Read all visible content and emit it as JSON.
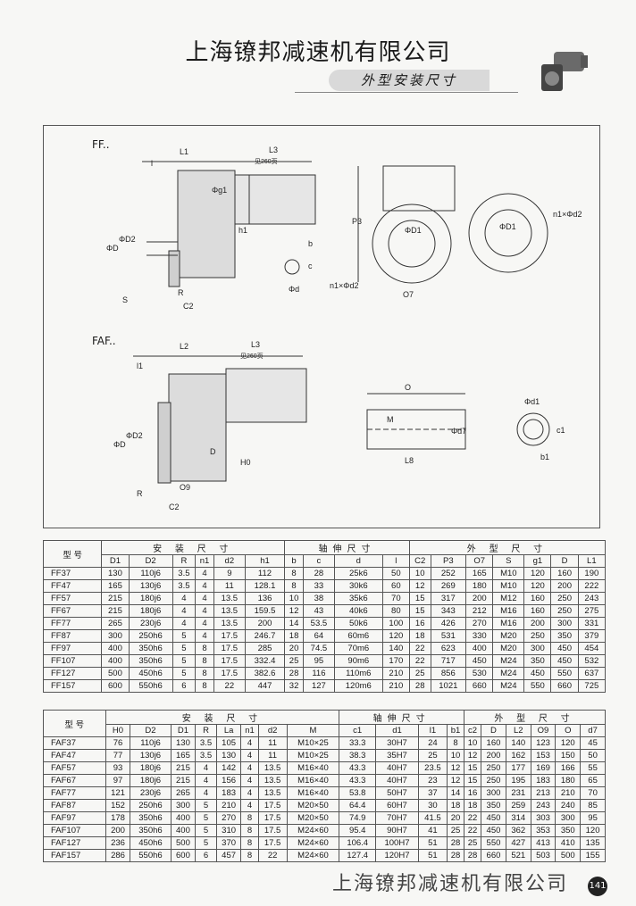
{
  "header": {
    "company": "上海镣邦减速机有限公司",
    "section_title": "外型安装尺寸"
  },
  "figures": {
    "ff": {
      "label": "FF..",
      "dims": [
        "L1",
        "L3",
        "见260页",
        "l",
        "ΦD",
        "ΦD2",
        "Φg1",
        "h1",
        "R",
        "C2",
        "S",
        "P3",
        "ΦD1",
        "n1×Φd2",
        "O7",
        "b",
        "c",
        "Φd"
      ]
    },
    "faf": {
      "label": "FAF..",
      "dims": [
        "L2",
        "L3",
        "见260页",
        "l1",
        "ΦD",
        "ΦD2",
        "H0",
        "D",
        "R",
        "O9",
        "C2",
        "O",
        "M",
        "Φd7",
        "L8",
        "Φd1",
        "c1",
        "b1"
      ]
    }
  },
  "table_ff": {
    "model_header": "型 号",
    "groups": [
      "安 装 尺 寸",
      "轴伸尺寸",
      "外 型 尺 寸"
    ],
    "columns": [
      "D1",
      "D2",
      "R",
      "n1",
      "d2",
      "h1",
      "b",
      "c",
      "d",
      "l",
      "C2",
      "P3",
      "O7",
      "S",
      "g1",
      "D",
      "L1"
    ],
    "rows": [
      [
        "FF37",
        "130",
        "110j6",
        "3.5",
        "4",
        "9",
        "112",
        "8",
        "28",
        "25k6",
        "50",
        "10",
        "252",
        "165",
        "M10",
        "120",
        "160",
        "190"
      ],
      [
        "FF47",
        "165",
        "130j6",
        "3.5",
        "4",
        "11",
        "128.1",
        "8",
        "33",
        "30k6",
        "60",
        "12",
        "269",
        "180",
        "M10",
        "120",
        "200",
        "222"
      ],
      [
        "FF57",
        "215",
        "180j6",
        "4",
        "4",
        "13.5",
        "136",
        "10",
        "38",
        "35k6",
        "70",
        "15",
        "317",
        "200",
        "M12",
        "160",
        "250",
        "243"
      ],
      [
        "FF67",
        "215",
        "180j6",
        "4",
        "4",
        "13.5",
        "159.5",
        "12",
        "43",
        "40k6",
        "80",
        "15",
        "343",
        "212",
        "M16",
        "160",
        "250",
        "275"
      ],
      [
        "FF77",
        "265",
        "230j6",
        "4",
        "4",
        "13.5",
        "200",
        "14",
        "53.5",
        "50k6",
        "100",
        "16",
        "426",
        "270",
        "M16",
        "200",
        "300",
        "331"
      ],
      [
        "FF87",
        "300",
        "250h6",
        "5",
        "4",
        "17.5",
        "246.7",
        "18",
        "64",
        "60m6",
        "120",
        "18",
        "531",
        "330",
        "M20",
        "250",
        "350",
        "379"
      ],
      [
        "FF97",
        "400",
        "350h6",
        "5",
        "8",
        "17.5",
        "285",
        "20",
        "74.5",
        "70m6",
        "140",
        "22",
        "623",
        "400",
        "M20",
        "300",
        "450",
        "454"
      ],
      [
        "FF107",
        "400",
        "350h6",
        "5",
        "8",
        "17.5",
        "332.4",
        "25",
        "95",
        "90m6",
        "170",
        "22",
        "717",
        "450",
        "M24",
        "350",
        "450",
        "532"
      ],
      [
        "FF127",
        "500",
        "450h6",
        "5",
        "8",
        "17.5",
        "382.6",
        "28",
        "116",
        "110m6",
        "210",
        "25",
        "856",
        "530",
        "M24",
        "450",
        "550",
        "637"
      ],
      [
        "FF157",
        "600",
        "550h6",
        "6",
        "8",
        "22",
        "447",
        "32",
        "127",
        "120m6",
        "210",
        "28",
        "1021",
        "660",
        "M24",
        "550",
        "660",
        "725"
      ]
    ]
  },
  "table_faf": {
    "model_header": "型 号",
    "groups": [
      "安 装 尺 寸",
      "轴伸尺寸",
      "外 型 尺 寸"
    ],
    "columns": [
      "H0",
      "D2",
      "D1",
      "R",
      "La",
      "n1",
      "d2",
      "M",
      "c1",
      "d1",
      "l1",
      "b1",
      "c2",
      "D",
      "L2",
      "O9",
      "O",
      "d7"
    ],
    "rows": [
      [
        "FAF37",
        "76",
        "110j6",
        "130",
        "3.5",
        "105",
        "4",
        "11",
        "M10×25",
        "33.3",
        "30H7",
        "24",
        "8",
        "10",
        "160",
        "140",
        "123",
        "120",
        "45"
      ],
      [
        "FAF47",
        "77",
        "130j6",
        "165",
        "3.5",
        "130",
        "4",
        "11",
        "M10×25",
        "38.3",
        "35H7",
        "25",
        "10",
        "12",
        "200",
        "162",
        "153",
        "150",
        "50"
      ],
      [
        "FAF57",
        "93",
        "180j6",
        "215",
        "4",
        "142",
        "4",
        "13.5",
        "M16×40",
        "43.3",
        "40H7",
        "23.5",
        "12",
        "15",
        "250",
        "177",
        "169",
        "166",
        "55"
      ],
      [
        "FAF67",
        "97",
        "180j6",
        "215",
        "4",
        "156",
        "4",
        "13.5",
        "M16×40",
        "43.3",
        "40H7",
        "23",
        "12",
        "15",
        "250",
        "195",
        "183",
        "180",
        "65"
      ],
      [
        "FAF77",
        "121",
        "230j6",
        "265",
        "4",
        "183",
        "4",
        "13.5",
        "M16×40",
        "53.8",
        "50H7",
        "37",
        "14",
        "16",
        "300",
        "231",
        "213",
        "210",
        "70"
      ],
      [
        "FAF87",
        "152",
        "250h6",
        "300",
        "5",
        "210",
        "4",
        "17.5",
        "M20×50",
        "64.4",
        "60H7",
        "30",
        "18",
        "18",
        "350",
        "259",
        "243",
        "240",
        "85"
      ],
      [
        "FAF97",
        "178",
        "350h6",
        "400",
        "5",
        "270",
        "8",
        "17.5",
        "M20×50",
        "74.9",
        "70H7",
        "41.5",
        "20",
        "22",
        "450",
        "314",
        "303",
        "300",
        "95"
      ],
      [
        "FAF107",
        "200",
        "350h6",
        "400",
        "5",
        "310",
        "8",
        "17.5",
        "M24×60",
        "95.4",
        "90H7",
        "41",
        "25",
        "22",
        "450",
        "362",
        "353",
        "350",
        "120"
      ],
      [
        "FAF127",
        "236",
        "450h6",
        "500",
        "5",
        "370",
        "8",
        "17.5",
        "M24×60",
        "106.4",
        "100H7",
        "51",
        "28",
        "25",
        "550",
        "427",
        "413",
        "410",
        "135"
      ],
      [
        "FAF157",
        "286",
        "550h6",
        "600",
        "6",
        "457",
        "8",
        "22",
        "M24×60",
        "127.4",
        "120H7",
        "51",
        "28",
        "28",
        "660",
        "521",
        "503",
        "500",
        "155"
      ]
    ]
  },
  "footer": {
    "company": "上海镣邦减速机有限公司",
    "page": "141"
  }
}
